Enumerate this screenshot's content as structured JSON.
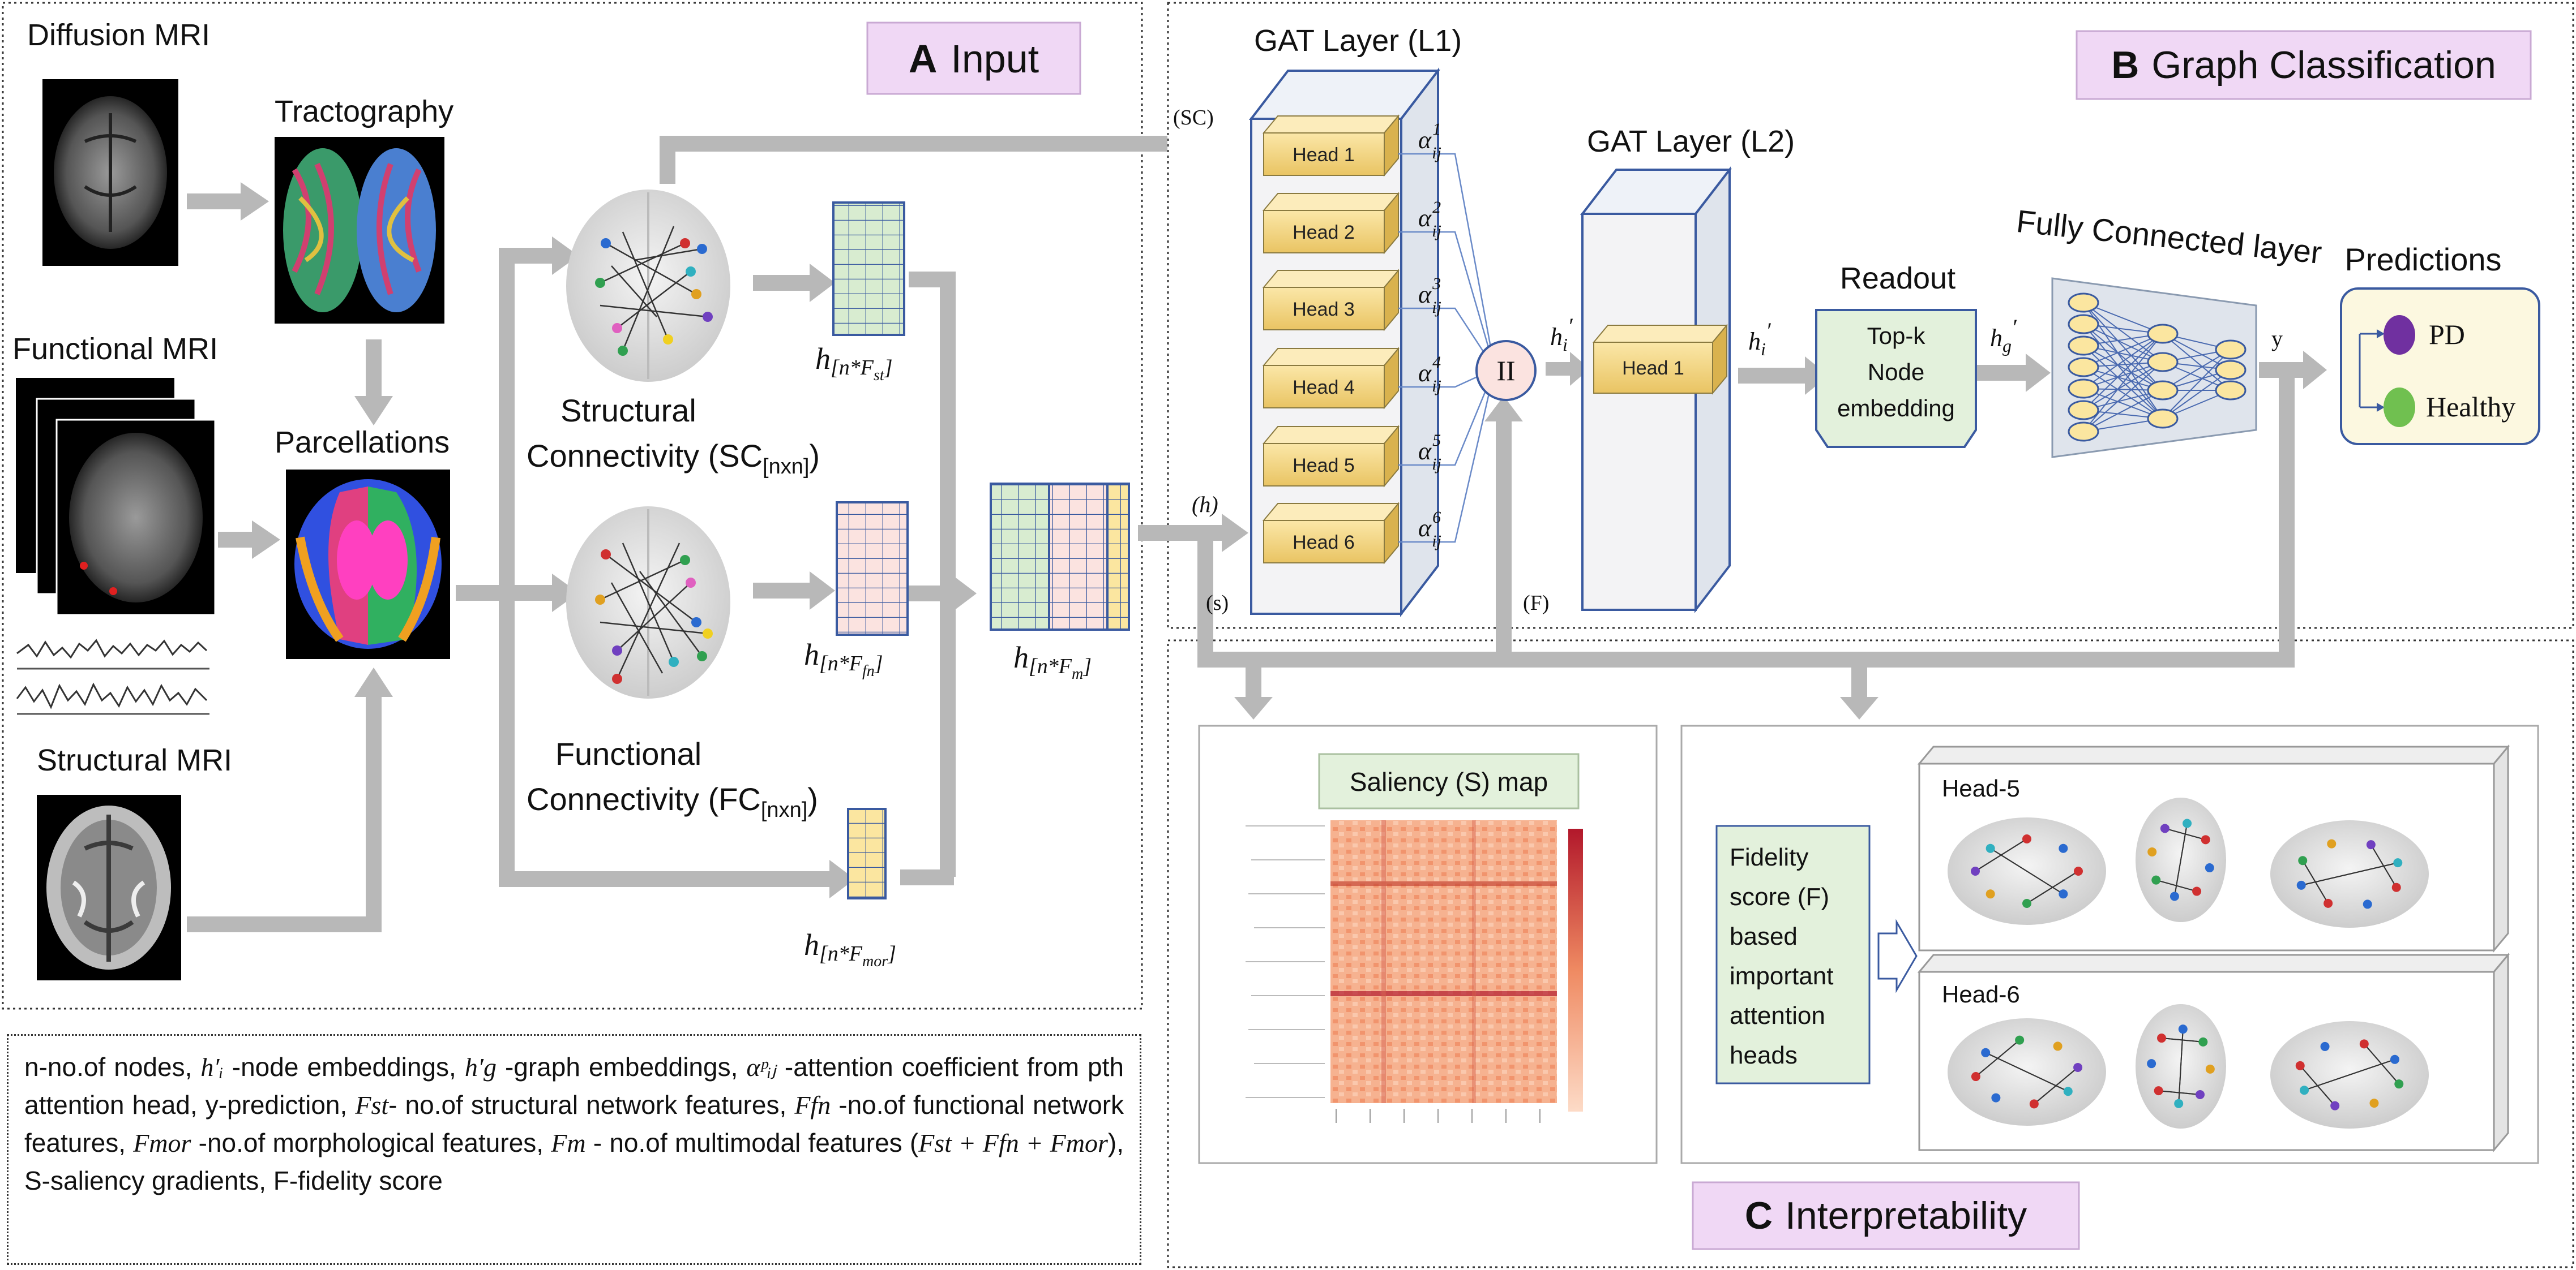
{
  "sections": {
    "input": {
      "letter": "A",
      "title": "Input"
    },
    "graph": {
      "letter": "B",
      "title": "Graph Classification"
    },
    "interp": {
      "letter": "C",
      "title": "Interpretability"
    }
  },
  "inputs": {
    "diffusion": "Diffusion MRI",
    "functional": "Functional MRI",
    "structural": "Structural MRI",
    "tractography": "Tractography",
    "parcellations": "Parcellations"
  },
  "connectivity": {
    "sc_line1": "Structural",
    "sc_line2": "Connectivity (SC",
    "sc_sub": "[nxn]",
    "fc_line1": "Functional",
    "fc_line2": "Connectivity (FC",
    "fc_sub": "[nxn]",
    "close": ")"
  },
  "features": {
    "h": "h",
    "st_sub": "[n*F",
    "st_subsub": "st",
    "fn_subsub": "fn",
    "mor_subsub": "mor",
    "m_subsub": "m",
    "close": "]"
  },
  "gat": {
    "l1_title": "GAT Layer (L1)",
    "l2_title": "GAT Layer (L2)",
    "heads": [
      "Head 1",
      "Head 2",
      "Head 3",
      "Head 4",
      "Head 5",
      "Head 6"
    ],
    "l2_head": "Head 1",
    "alpha": "α",
    "alpha_sub": "ij",
    "alpha_sups": [
      "1",
      "2",
      "3",
      "4",
      "5",
      "6"
    ],
    "concat": "II"
  },
  "signals": {
    "sc": "(SC)",
    "h": "(h)",
    "s": "(s)",
    "f": "(F)",
    "hi": "h",
    "hi_sub": "i",
    "hg_sub": "g",
    "prime": "′",
    "y": "y"
  },
  "readout": {
    "title": "Readout",
    "lines": [
      "Top-k",
      "Node",
      "embedding"
    ]
  },
  "fc_layer": {
    "title": "Fully Connected layer"
  },
  "predictions": {
    "title": "Predictions",
    "classes": [
      "PD",
      "Healthy"
    ],
    "colors": [
      "#7030a0",
      "#70c050"
    ]
  },
  "saliency": {
    "title": "Saliency (S) map"
  },
  "fidelity": {
    "lines": [
      "Fidelity",
      "score (F)",
      "based",
      "important",
      "attention",
      "heads"
    ],
    "head5": "Head-5",
    "head6": "Head-6"
  },
  "legend": {
    "parts": [
      "n-no.of nodes, ",
      "h′ᵢ",
      " -node embeddings, ",
      "h′g",
      " -graph embeddings, ",
      "αᵖᵢⱼ",
      " -attention coefficient from pth attention head, y-prediction, ",
      "Fst",
      "- no.of structural network features, ",
      "Ffn",
      " -no.of functional network features, ",
      "Fmor",
      " -no.of morphological features, ",
      "Fm",
      " - no.of multimodal features (",
      "Fst + Ffn + Fmor",
      "), S-saliency gradients, F-fidelity score"
    ]
  }
}
